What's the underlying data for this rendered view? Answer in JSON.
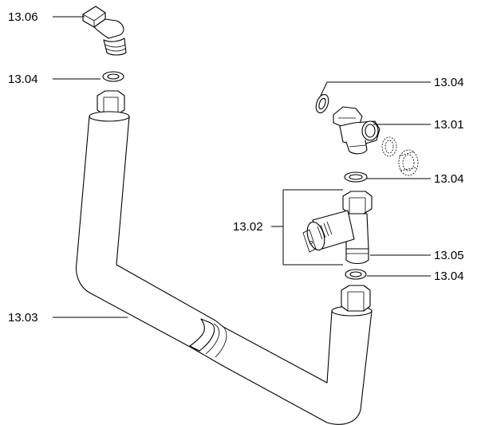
{
  "labels": {
    "pipe_elbow": "13.06",
    "washer_left": "13.04",
    "washer_top_right": "13.04",
    "tee_fitting": "13.01",
    "washer_mid_right": "13.04",
    "valve_group": "13.02",
    "valve_nut": "13.05",
    "washer_bottom_right": "13.04",
    "flexible_pipe": "13.03"
  }
}
